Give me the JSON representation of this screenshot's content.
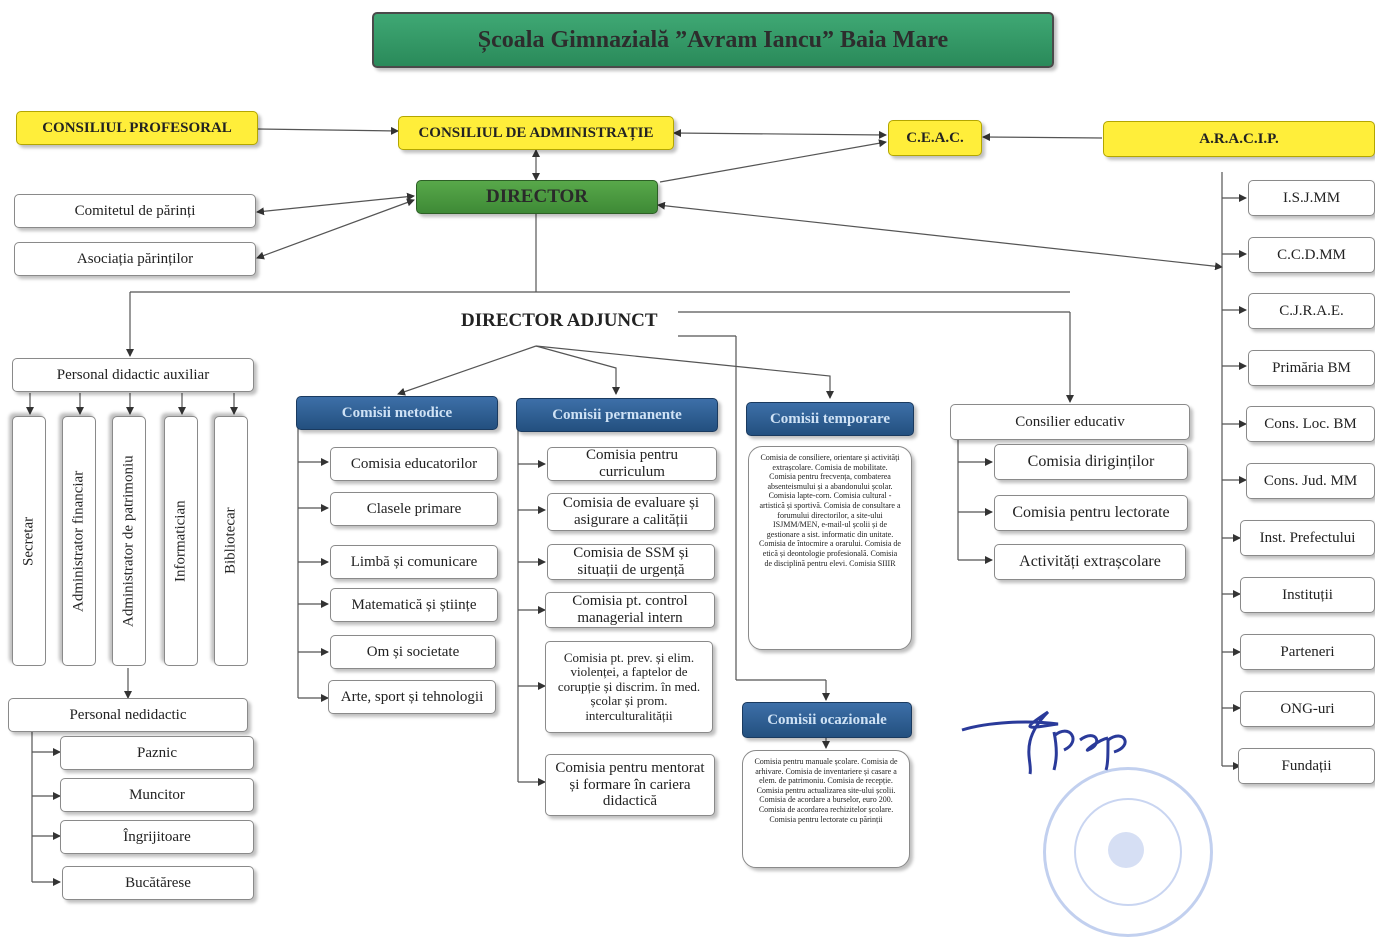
{
  "title": "Școala Gimnazială ”Avram Iancu” Baia Mare",
  "top": {
    "consiliul_profesoral": "CONSILIUL PROFESORAL",
    "consiliul_administratie": "CONSILIUL DE ADMINISTRAȚIE",
    "ceac": "C.E.A.C.",
    "aracip": "A.R.A.C.I.P."
  },
  "director": "DIRECTOR",
  "director_adjunct": "DIRECTOR ADJUNCT",
  "parents": [
    "Comitetul de părinți",
    "Asociația părinților"
  ],
  "external": [
    "I.S.J.MM",
    "C.C.D.MM",
    "C.J.R.A.E.",
    "Primăria BM",
    "Cons. Loc. BM",
    "Cons. Jud. MM",
    "Inst. Prefectului",
    "Instituții",
    "Parteneri",
    "ONG-uri",
    "Fundații"
  ],
  "auxiliar": {
    "header": "Personal didactic auxiliar",
    "items": [
      "Secretar",
      "Administrator financiar",
      "Administrator de patrimoniu",
      "Informatician",
      "Bibliotecar"
    ]
  },
  "nedidactic": {
    "header": "Personal nedidactic",
    "items": [
      "Paznic",
      "Muncitor",
      "Îngrijitoare",
      "Bucătărese"
    ]
  },
  "metodice": {
    "header": "Comisii metodice",
    "items": [
      "Comisia educatorilor",
      "Clasele primare",
      "Limbă și comunicare",
      "Matematică și științe",
      "Om și societate",
      "Arte, sport și tehnologii"
    ]
  },
  "permanente": {
    "header": "Comisii permanente",
    "items": [
      "Comisia pentru curriculum",
      "Comisia de evaluare și asigurare a calității",
      "Comisia de SSM și situații de urgență",
      "Comisia pt. control managerial intern",
      "Comisia pt. prev. și elim. violenței, a faptelor de corupție și discrim. în med. școlar și prom. interculturalității",
      "Comisia pentru mentorat și formare în cariera didactică"
    ]
  },
  "temporare": {
    "header": "Comisii temporare",
    "text": "Comisia de consiliere, orientare și activități extrașcolare. Comisia de mobilitate. Comisia pentru frecvența, combaterea absenteismului și a abandonului școlar. Comisia lapte-corn. Comisia cultural - artistică și sportivă. Comisia de consultare a forumului directorilor, a site-ului ISJMM/MEN, e-mail-ul școlii și de gestionare a sist. informatic din unitate. Comisia de întocmire a orarului. Comisia de etică și deontologie profesională. Comisia de disciplină pentru elevi. Comisia SIIIR"
  },
  "ocazionale": {
    "header": "Comisii ocazionale",
    "text": "Comisia pentru manuale școlare. Comisia de arhivare. Comisia de inventariere și casare a elem. de patrimoniu. Comisia de recepție. Comisia pentru actualizarea site-ului școlii. Comisia de acordare a burselor, euro 200. Comisia de acordarea rechizitelor școlare. Comisia pentru lectorate cu părinții"
  },
  "consilier": {
    "header": "Consilier educativ",
    "items": [
      "Comisia diriginților",
      "Comisia pentru lectorate",
      "Activități extrașcolare"
    ]
  },
  "colors": {
    "title": "#2f9464",
    "yellow": "#ffee3a",
    "director": "#4a9a40",
    "committee": "#2a5a8f",
    "line": "#555555"
  }
}
